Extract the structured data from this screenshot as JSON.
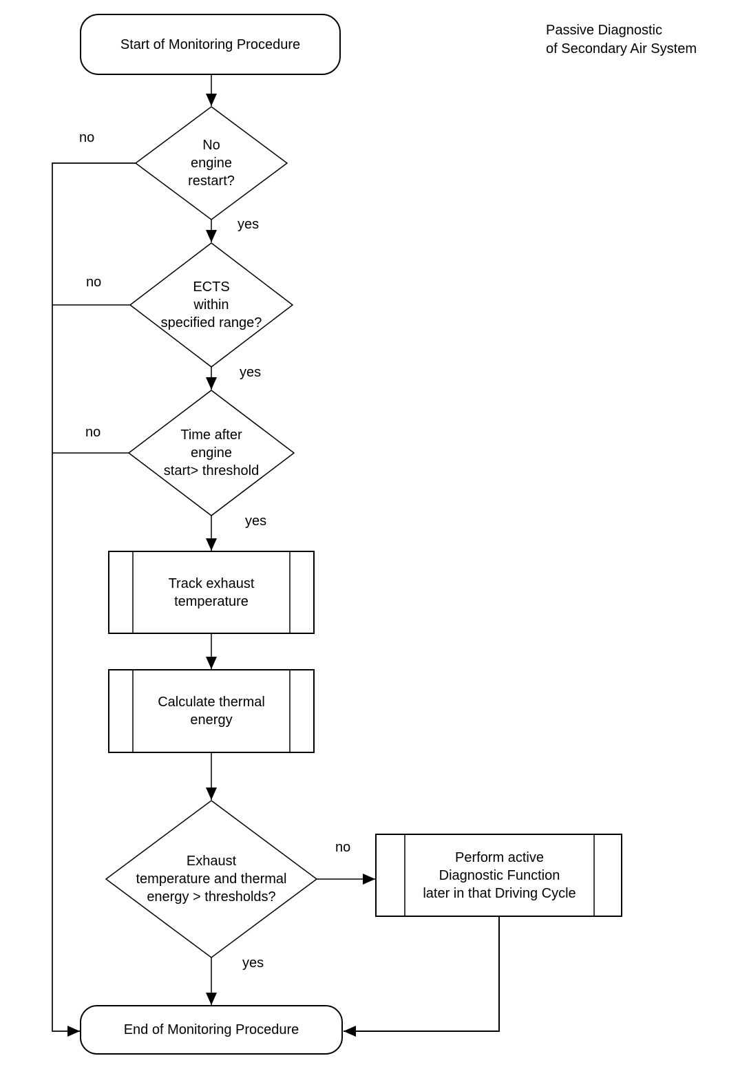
{
  "figure_title": "Passive Diagnostic\nof Secondary Air System",
  "nodes": {
    "start": {
      "label": "Start of Monitoring Procedure",
      "type": "terminator"
    },
    "decision_engine_restart": {
      "label": "No\nengine\nrestart?",
      "type": "decision"
    },
    "decision_ects_range": {
      "label": "ECTS\nwithin\nspecified range?",
      "type": "decision"
    },
    "decision_time_after_start": {
      "label": "Time after\nengine\nstart> threshold",
      "type": "decision"
    },
    "process_track_exhaust": {
      "label": "Track exhaust\ntemperature",
      "type": "predefined-process"
    },
    "process_calculate_thermal": {
      "label": "Calculate thermal\nenergy",
      "type": "predefined-process"
    },
    "decision_thresholds": {
      "label": "Exhaust\ntemperature and thermal\nenergy > thresholds?",
      "type": "decision"
    },
    "process_perform_active": {
      "label": "Perform active\nDiagnostic Function\nlater in that Driving Cycle",
      "type": "predefined-process"
    },
    "end": {
      "label": "End of Monitoring Procedure",
      "type": "terminator"
    }
  },
  "branch_labels": {
    "engine_restart_no": "no",
    "engine_restart_yes": "yes",
    "ects_range_no": "no",
    "ects_range_yes": "yes",
    "time_after_start_no": "no",
    "time_after_start_yes": "yes",
    "thresholds_no": "no",
    "thresholds_yes": "yes"
  },
  "colors": {
    "ink": "#000000",
    "background": "#ffffff"
  }
}
